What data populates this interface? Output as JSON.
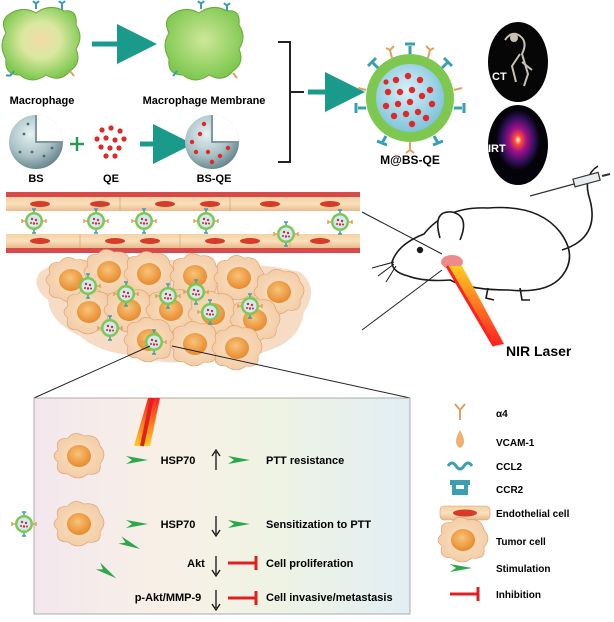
{
  "labels": {
    "macrophage": "Macrophage",
    "macrophage_membrane": "Macrophage Membrane",
    "bs": "BS",
    "qe": "QE",
    "bs_qe": "BS-QE",
    "m_bs_qe": "M@BS-QE",
    "ct": "CT",
    "irt": "IRT",
    "nir_laser": "NIR Laser"
  },
  "pathway": {
    "row1": {
      "molecule": "HSP70",
      "outcome": "PTT resistance"
    },
    "row2": {
      "molecule": "HSP70",
      "outcome": "Sensitization to PTT"
    },
    "row3": {
      "molecule": "Akt",
      "outcome": "Cell proliferation"
    },
    "row4": {
      "molecule": "p-Akt/MMP-9",
      "outcome": "Cell invasive/metastasis"
    }
  },
  "legend": {
    "a4": "α4",
    "vcam": "VCAM-1",
    "ccl2": "CCL2",
    "ccr2": "CCR2",
    "endothelial": "Endothelial cell",
    "tumor": "Tumor cell",
    "stimulation": "Stimulation",
    "inhibition": "Inhibition"
  },
  "colors": {
    "arrow_teal": "#1a9a8a",
    "stimulation_green": "#2aa84a",
    "inhibition_red": "#e02020",
    "tumor_orange": "#f0a050",
    "membrane_green": "#7ec850",
    "qe_red": "#e02828"
  }
}
